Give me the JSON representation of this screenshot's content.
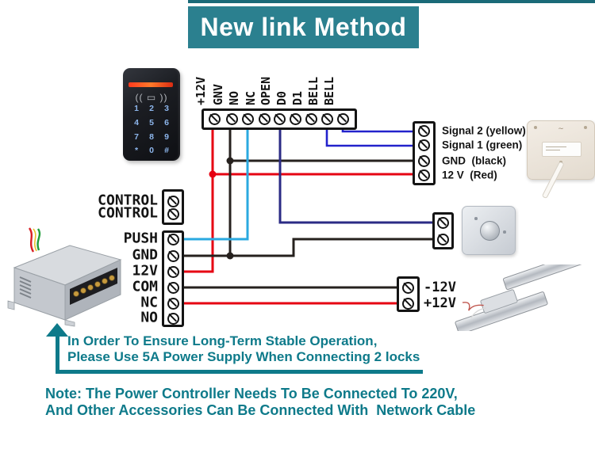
{
  "title": "New link Method",
  "colors": {
    "top_line": "#1a6a78",
    "banner": "#2b808f",
    "teal": "#0e7a8a",
    "wire_red": "#e60012",
    "wire_black": "#26211e",
    "wire_cyan": "#2aa9e0",
    "wire_blue": "#2322cc",
    "wire_navy": "#2b2b85"
  },
  "keypad": {
    "keys": [
      "1",
      "2",
      "3",
      "4",
      "5",
      "6",
      "7",
      "8",
      "9",
      "*",
      "0",
      "#"
    ],
    "rfid_icon": "(( ▭ ))"
  },
  "keypad_strip": {
    "labels": [
      "+12V",
      "GNV",
      "NO",
      "NC",
      "OPEN",
      "D0",
      "D1",
      "BELL",
      "BELL"
    ]
  },
  "doorbell_strip": {
    "labels": [
      "Signal 2 (yellow)",
      "Signal 1 (green)",
      "GND  (black)",
      "12 V  (Red)"
    ]
  },
  "control_block": {
    "labels": [
      "CONTROL",
      "CONTROL"
    ]
  },
  "power_strip": {
    "labels": [
      "PUSH",
      "GND",
      "12V",
      "COM",
      "NC",
      "NO"
    ]
  },
  "lock_block": {
    "labels": [
      "-12V",
      "+12V"
    ]
  },
  "warning": {
    "line1": "In Order To Ensure Long-Term Stable Operation,",
    "line2": "Please Use 5A Power Supply When Connecting 2 locks"
  },
  "note": {
    "line1": "Note: The Power Controller Needs To Be Connected To 220V,",
    "line2": "And Other Accessories Can Be Connected With  Network Cable"
  }
}
